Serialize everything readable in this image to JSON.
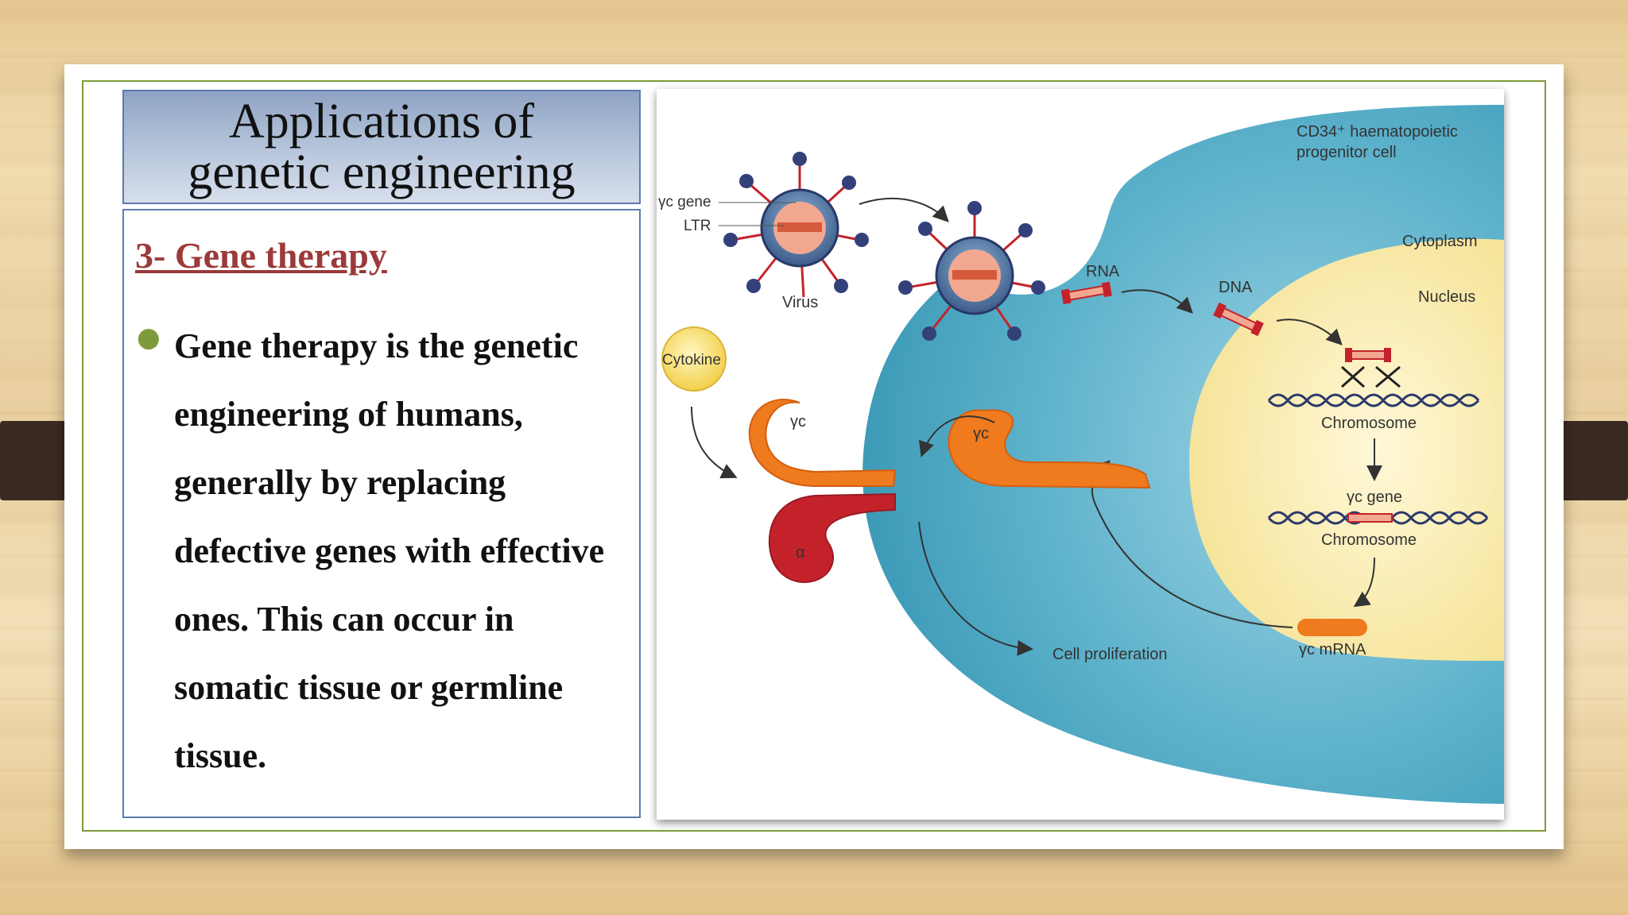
{
  "slide": {
    "title": "Applications of genetic engineering",
    "subtitle": "3- Gene therapy",
    "bullet": "Gene therapy is the genetic engineering of humans, generally by replacing defective genes with effective ones. This can occur in somatic tissue or germline tissue."
  },
  "figure": {
    "labels": {
      "cell": "CD34⁺ haematopoietic",
      "cell2": "progenitor cell",
      "cytoplasm": "Cytoplasm",
      "nucleus": "Nucleus",
      "gc_gene_virus": "γc gene",
      "ltr": "LTR",
      "virus": "Virus",
      "rna": "RNA",
      "dna": "DNA",
      "cytokine": "Cytokine",
      "gamma_c_1": "γc",
      "gamma_c_2": "γc",
      "alpha": "α",
      "chromosome_1": "Chromosome",
      "gc_gene": "γc gene",
      "chromosome_2": "Chromosome",
      "gc_mrna": "γc mRNA",
      "cell_prolif": "Cell proliferation"
    }
  },
  "colors": {
    "cell_blue": "#5fb3cc",
    "nucleus_yellow": "#fbeeb5",
    "orange": "#f07a1e",
    "red": "#c4222b",
    "accent_green": "#7f9a3a",
    "subtitle_red": "#9b3a3a"
  }
}
